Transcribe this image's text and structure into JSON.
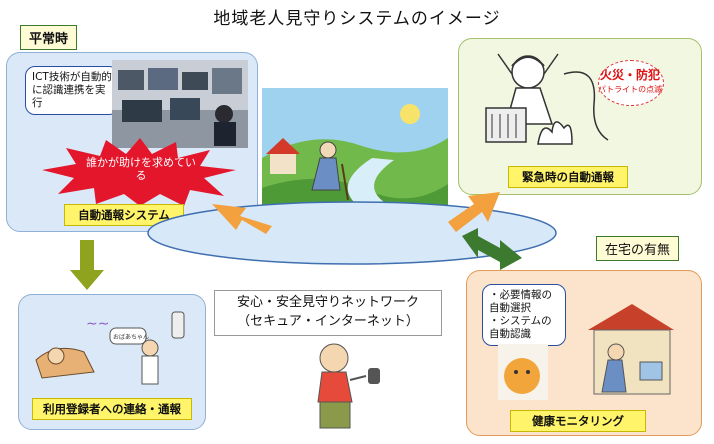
{
  "title": "地域老人見守りシステムのイメージ",
  "normal_tag": "平常時",
  "left_panel": {
    "bubble": "ICT技術が自動的に認識連携を実行",
    "alert": "誰かが助けを求めている",
    "label": "自動通報システム"
  },
  "emergency_panel": {
    "fire_title": "火災・防犯",
    "fire_sub": "パトライトの点滅",
    "label": "緊急時の自動通報"
  },
  "contact_panel": {
    "label": "利用登録者への連絡・通報",
    "speech": "おばあちゃん"
  },
  "presence_tag": "在宅の有無",
  "health_panel": {
    "bubble_lines": [
      "・必要情報の",
      "自動選択",
      "・システムの",
      "自動認識"
    ],
    "label": "健康モニタリング"
  },
  "network_box": {
    "line1": "安心・安全見守りネットワーク",
    "line2": "（セキュア・インターネット）"
  },
  "colors": {
    "blue_panel": "#dbe8f7",
    "green_panel": "#f1f7e0",
    "orange_panel": "#fbe3cc",
    "label_yellow": "#fff46a",
    "arrow_orange": "#f3a03e",
    "arrow_green": "#3c7a30",
    "arrow_olive": "#8fa31f"
  }
}
